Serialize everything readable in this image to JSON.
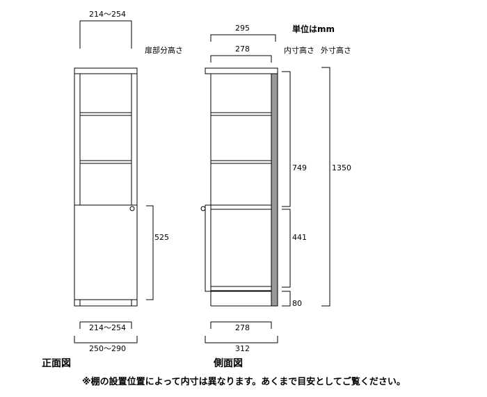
{
  "unit_label": "単位はmm",
  "front": {
    "caption": "正面図",
    "top_width": "214〜254",
    "door_height_label": "扉部分高さ",
    "door_height": "525",
    "inner_width": "214〜254",
    "outer_width": "250〜290"
  },
  "side": {
    "caption": "側面図",
    "outer_depth_top": "295",
    "inner_depth_top": "278",
    "inner_height_label": "内寸高さ",
    "outer_height_label": "外寸高さ",
    "upper_inner": "749",
    "lower_inner": "441",
    "plinth": "80",
    "outer_height": "1350",
    "inner_depth_bottom": "278",
    "outer_depth_bottom": "312"
  },
  "note": "※棚の設置位置によって内寸は異なります。あくまで目安としてご覧ください。"
}
